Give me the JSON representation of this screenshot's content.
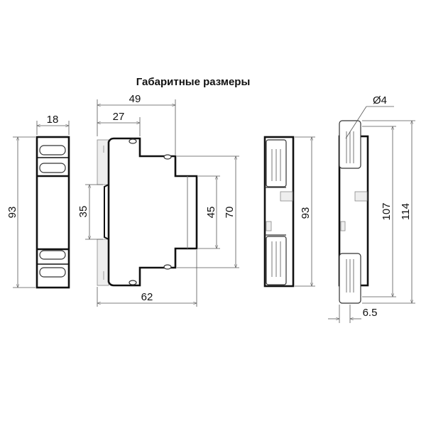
{
  "title": "Габаритные размеры",
  "front_view": {
    "width": "18",
    "height": "93"
  },
  "side_view": {
    "depth_total": "49",
    "depth_front": "27",
    "rail": "35",
    "front_height": "45",
    "mid_height": "70",
    "depth_max": "62"
  },
  "back_view": {
    "height": "93"
  },
  "mount_view": {
    "hole_diameter": "Ø4",
    "hole_spacing": "107",
    "total_height": "114",
    "offset": "6.5"
  },
  "colors": {
    "line": "#111111",
    "dimension": "#555555"
  }
}
